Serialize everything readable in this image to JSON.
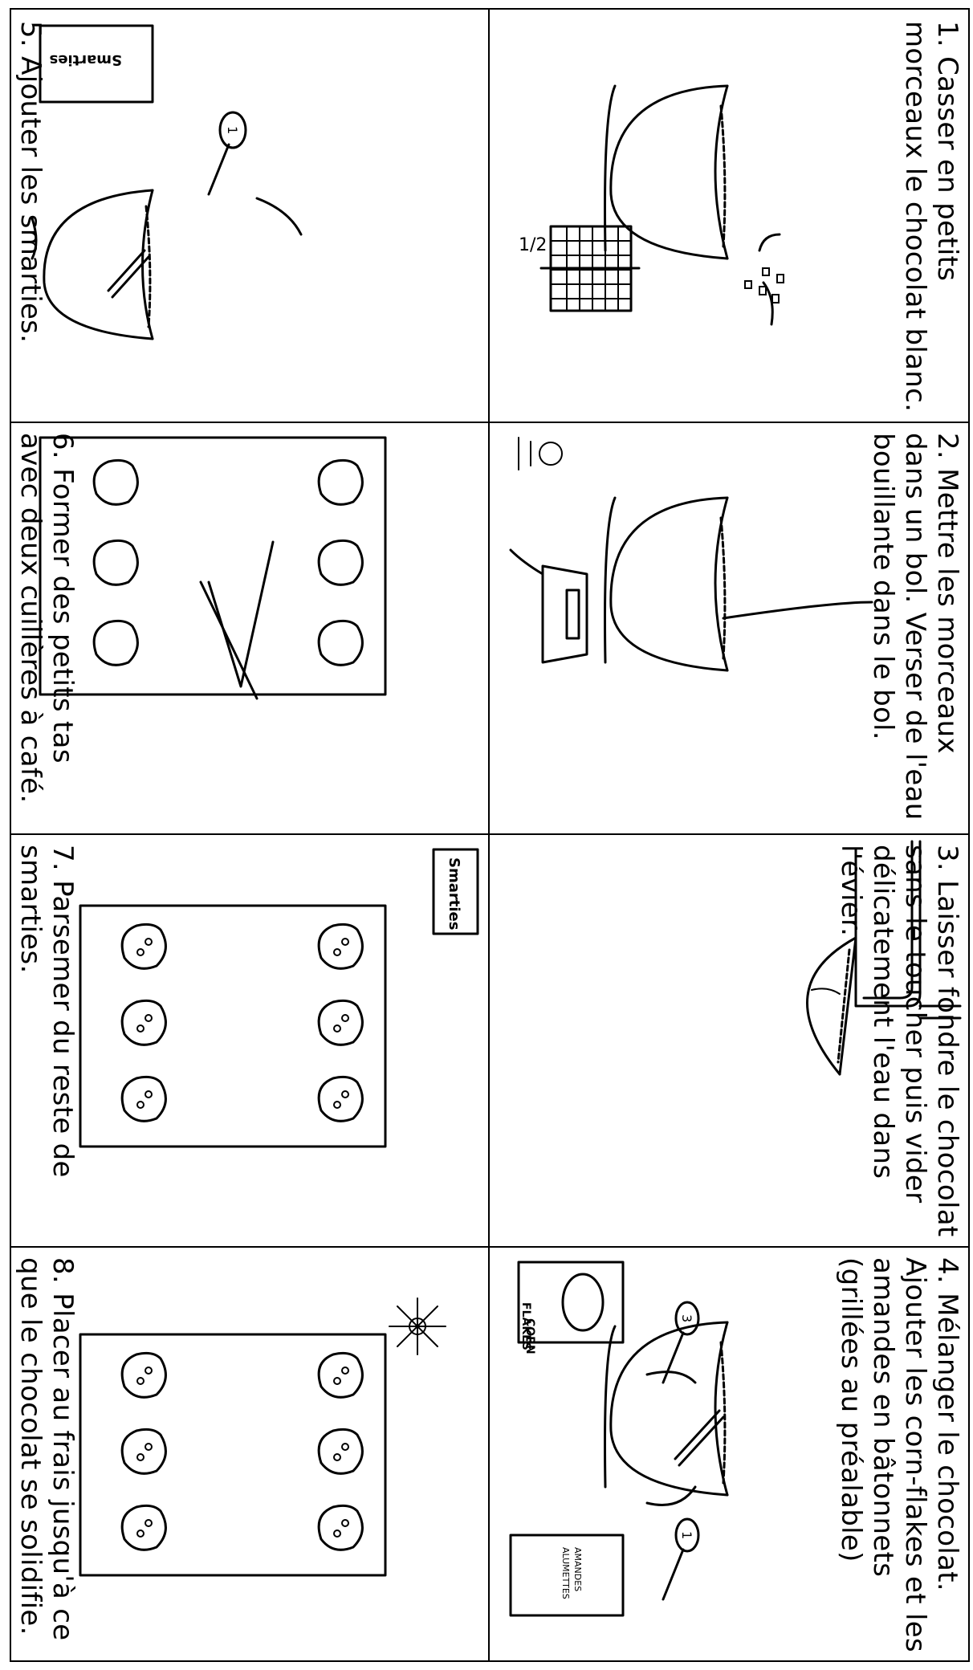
{
  "steps": [
    {
      "n": 1,
      "text": "1. Casser en petits morceaux  le chocolat blanc."
    },
    {
      "n": 2,
      "text": "2. Mettre les morceaux dans un bol. Verser de l'eau bouillante dans le bol."
    },
    {
      "n": 3,
      "text": "3. Laisser fondre le chocolat sans le toucher puis vider délicatement l'eau dans l'évier."
    },
    {
      "n": 4,
      "text": "4. Mélanger le chocolat. Ajouter les corn-flakes et les amandes en bâtonnets (grillées au préalable)"
    },
    {
      "n": 5,
      "text": "5. Ajouter les smarties."
    },
    {
      "n": 6,
      "text": "6. Former des petits tas avec deux cuillères à café."
    },
    {
      "n": 7,
      "text": "7. Parsemer du reste de smarties."
    },
    {
      "n": 8,
      "text": "8. Placer au frais jusqu'à ce que le chocolat se solidifie."
    }
  ],
  "labels": {
    "fraction": "1/2",
    "spoon_1": "1",
    "spoon_3": "3",
    "corn_flakes_line1": "CORN",
    "corn_flakes_line2": "FLAKES",
    "almonds_line1": "AMANDES",
    "almonds_line2": "ALUMETTES",
    "smarties": "Smarties"
  }
}
